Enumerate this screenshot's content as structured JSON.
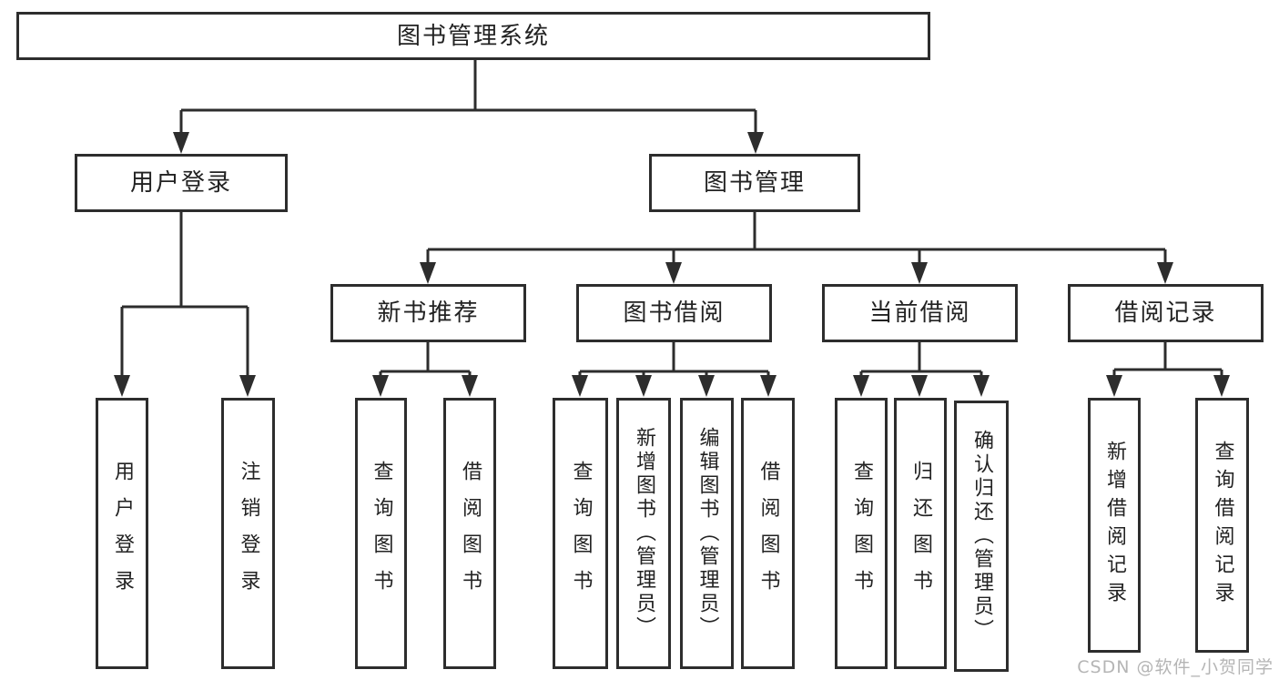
{
  "diagram": {
    "type": "hierarchy-tree",
    "tree": {
      "label": "图书管理系统",
      "children": [
        {
          "label": "用户登录",
          "children": [
            {
              "label": "用户登录"
            },
            {
              "label": "注销登录"
            }
          ]
        },
        {
          "label": "图书管理",
          "children": [
            {
              "label": "新书推荐",
              "children": [
                {
                  "label": "查询图书"
                },
                {
                  "label": "借阅图书"
                }
              ]
            },
            {
              "label": "图书借阅",
              "children": [
                {
                  "label": "查询图书"
                },
                {
                  "label": "新增图书（管理员）"
                },
                {
                  "label": "编辑图书（管理员）"
                },
                {
                  "label": "借阅图书"
                }
              ]
            },
            {
              "label": "当前借阅",
              "children": [
                {
                  "label": "查询图书"
                },
                {
                  "label": "归还图书"
                },
                {
                  "label": "确认归还（管理员）"
                }
              ]
            },
            {
              "label": "借阅记录",
              "children": [
                {
                  "label": "新增借阅记录"
                },
                {
                  "label": "查询借阅记录"
                }
              ]
            }
          ]
        }
      ]
    },
    "colors": {
      "line": "#2d2d2d",
      "box_border": "#2d2d2d",
      "text": "#222222",
      "background": "#ffffff",
      "watermark": "#b5b5b5"
    }
  },
  "watermark": {
    "text": "CSDN @软件_小贺同学"
  }
}
